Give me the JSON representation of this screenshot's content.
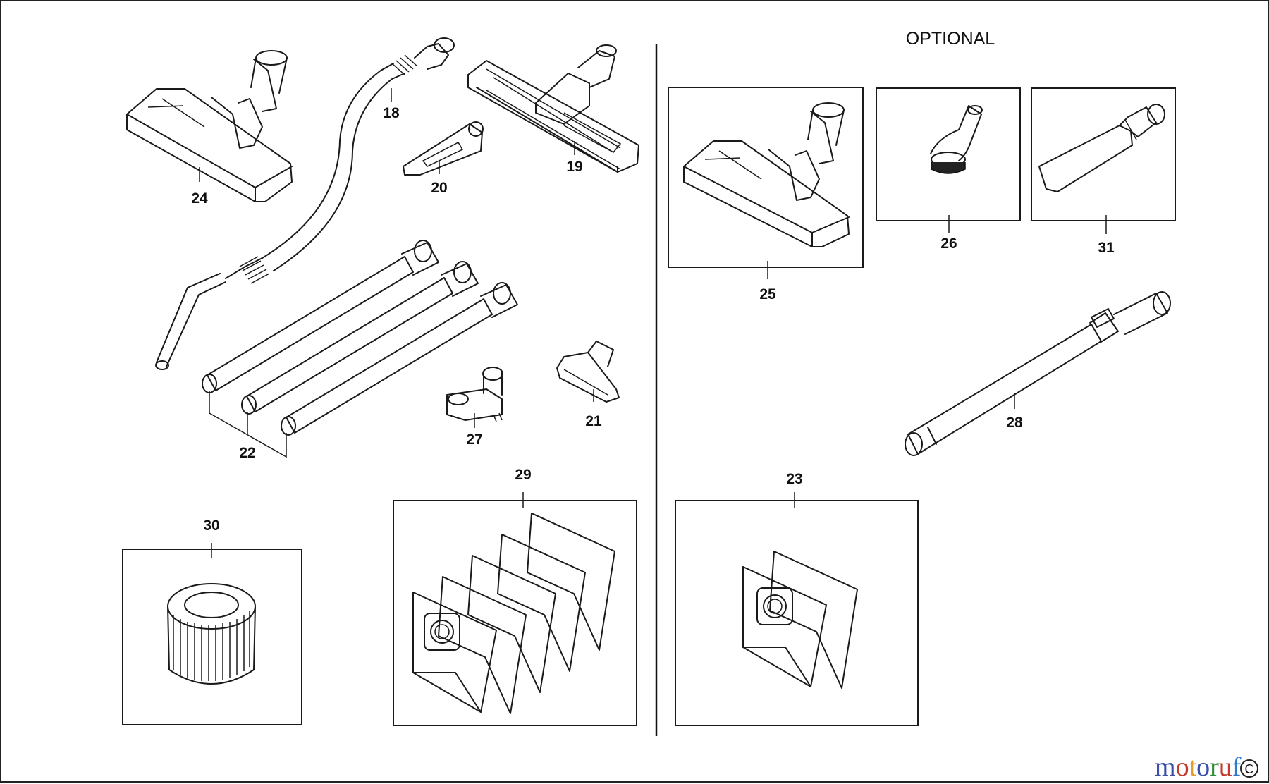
{
  "header": {
    "optional_label": "OPTIONAL"
  },
  "parts": {
    "p18": "18",
    "p19": "19",
    "p20": "20",
    "p21": "21",
    "p22": "22",
    "p23": "23",
    "p24": "24",
    "p25": "25",
    "p26": "26",
    "p27": "27",
    "p28": "28",
    "p29": "29",
    "p30": "30",
    "p31": "31"
  },
  "watermark": {
    "text": "motoruf",
    "colors": [
      "#3b4fa8",
      "#c23b2e",
      "#e2a02a",
      "#3b4fa8",
      "#2e8b3c",
      "#c23b2e",
      "#2a7ad2"
    ]
  }
}
